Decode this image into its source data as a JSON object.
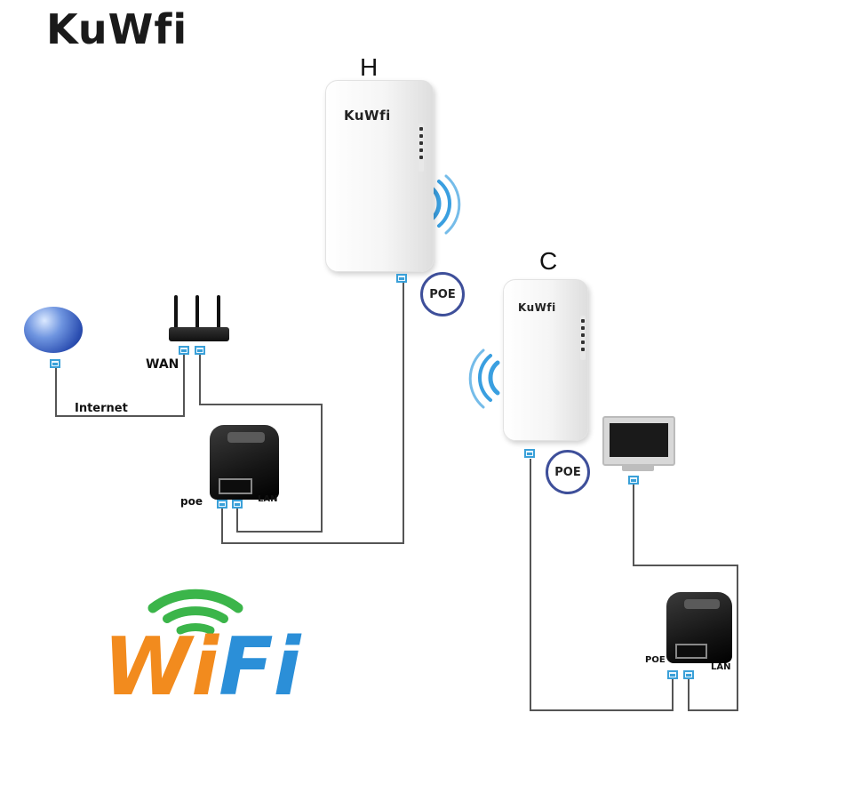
{
  "brand": "KuWfi",
  "nodes": {
    "host_label": "H",
    "client_label": "C",
    "device_logo": "KuWfi"
  },
  "badges": {
    "poe_h": "POE",
    "poe_c": "POE"
  },
  "labels": {
    "internet": "Internet",
    "wan": "WAN",
    "poe_left": "poe",
    "lan_left": "LAN",
    "poe_right": "POE",
    "lan_right": "LAN"
  },
  "wifi_logo": {
    "letters": [
      "W",
      "i",
      "F",
      "i"
    ],
    "colors": {
      "arc_green": "#3bb54a",
      "w_color": "#f28b1e",
      "i_color": "#f28b1e",
      "f_color": "#2b8fd8",
      "i2_color": "#2b8fd8"
    }
  },
  "icons": [
    "globe-icon",
    "router-icon",
    "poe-injector-icon",
    "access-point-icon",
    "monitor-icon",
    "ethernet-port-icon",
    "wifi-signal-icon"
  ]
}
